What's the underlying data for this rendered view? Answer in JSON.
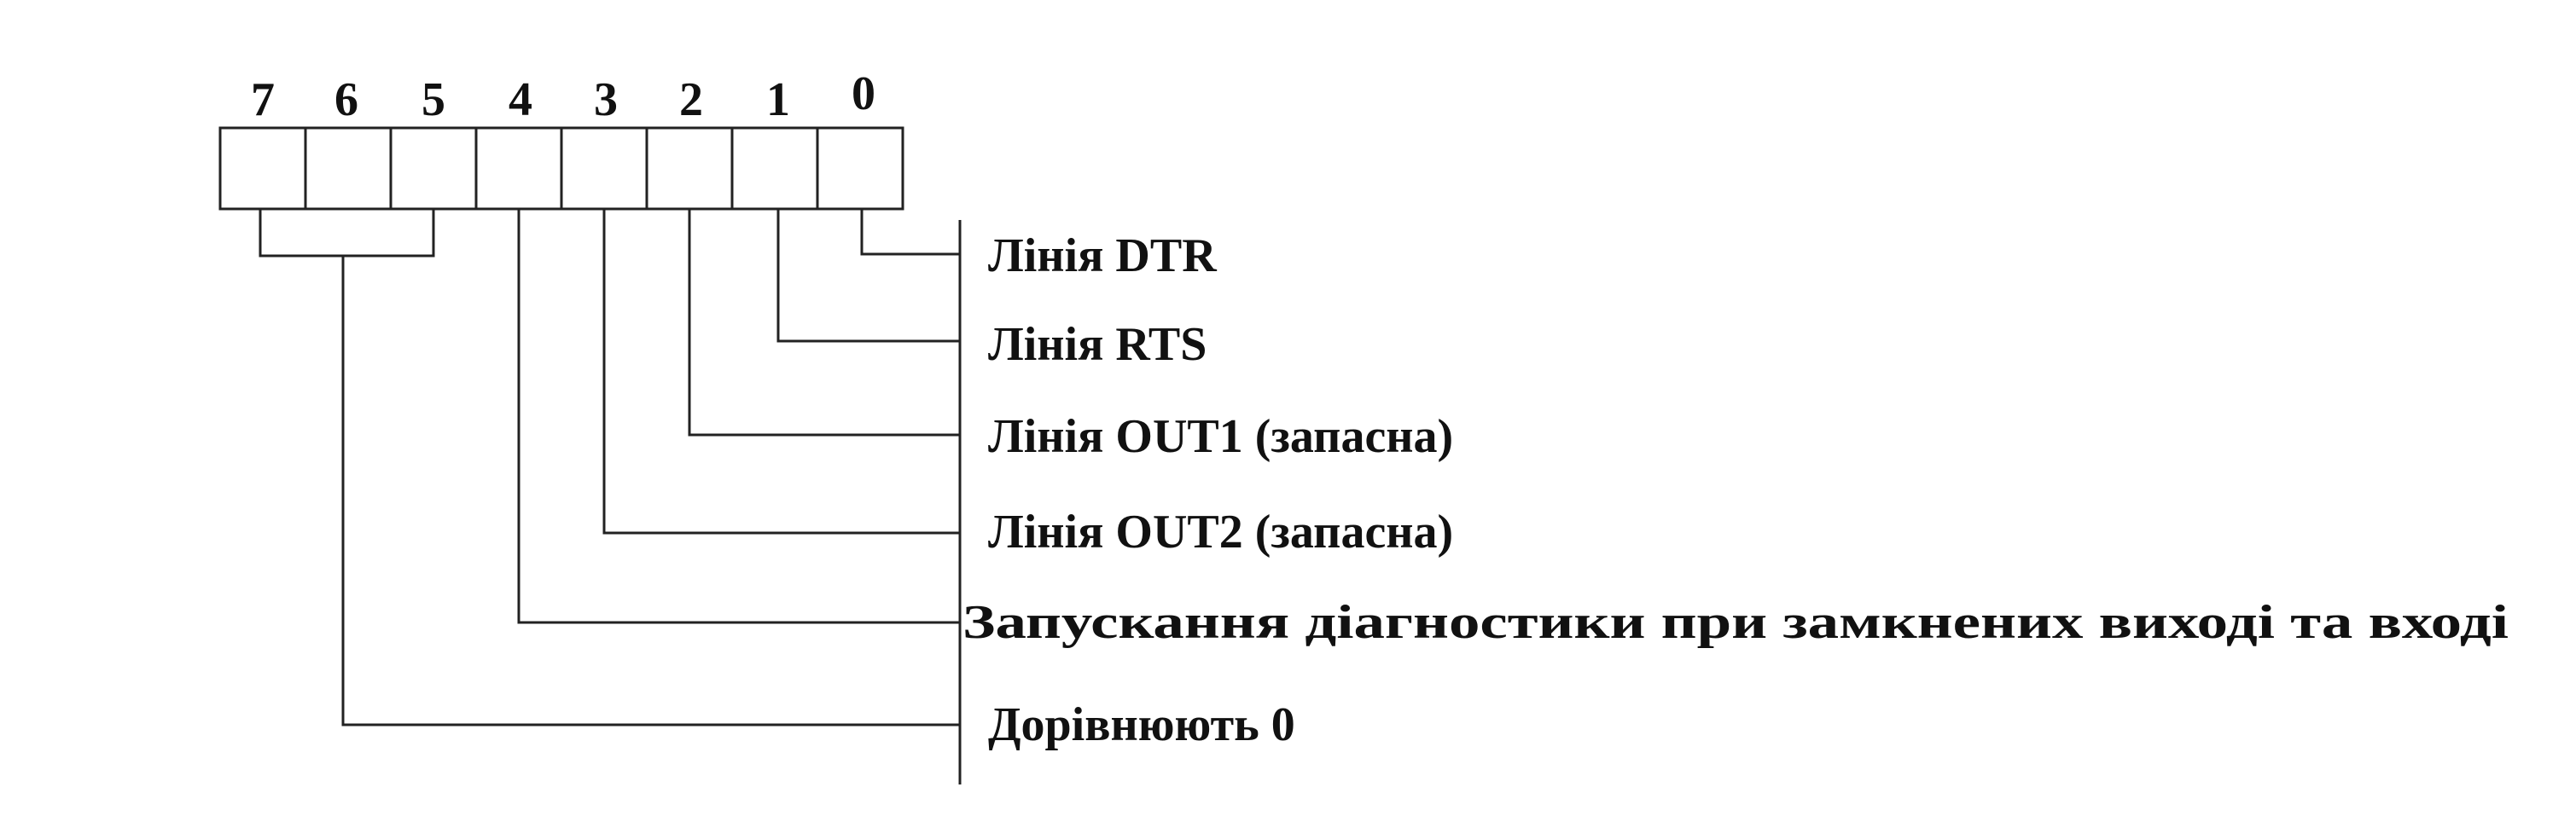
{
  "register": {
    "bit_numbers": [
      "7",
      "6",
      "5",
      "4",
      "3",
      "2",
      "1",
      "0"
    ]
  },
  "fields": [
    {
      "bit": "0",
      "label": "Лінія DTR"
    },
    {
      "bit": "1",
      "label": "Лінія RTS"
    },
    {
      "bit": "2",
      "label": "Лінія OUT1 (запасна)"
    },
    {
      "bit": "3",
      "label": "Лінія OUT2 (запасна)"
    },
    {
      "bit": "4",
      "label": "Запускання діагностики при замкнених виході та вході"
    },
    {
      "bit": "7-5",
      "label": "Дорівнюють 0"
    }
  ]
}
